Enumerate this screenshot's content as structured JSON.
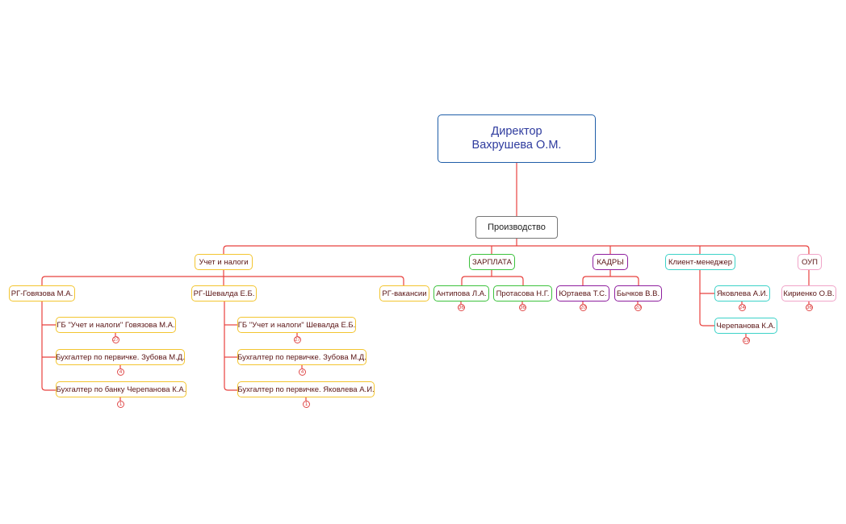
{
  "colors": {
    "connector": "#e8413e",
    "root_border": "#1f5ea8",
    "root_text": "#2e3b9e",
    "yellow_group": "#f3c530",
    "green_group": "#3cc13c",
    "purple_group": "#8e1e9e",
    "cyan_group": "#3cd2c8",
    "pink_group": "#f0a4c8"
  },
  "root": {
    "line1": "Директор",
    "line2": "Вахрушева О.М."
  },
  "production": {
    "label": "Производство"
  },
  "departments": {
    "tax": {
      "label": "Учет и налоги",
      "groups": {
        "govyazova": {
          "label": "РГ-Говязова М.А.",
          "members": [
            {
              "label": "ГБ \"Учет и налоги\" Говязова М.А.",
              "count": "27"
            },
            {
              "label": "Бухгалтер по первичке. Зубова М.Д.",
              "count": "4"
            },
            {
              "label": "Бухгалтер по банку Черепанова К.А.",
              "count": "1"
            }
          ]
        },
        "shevalda": {
          "label": "РГ-Шевалда Е.Б.",
          "members": [
            {
              "label": "ГБ \"Учет и налоги\" Шевалда Е.Б.",
              "count": "27"
            },
            {
              "label": "Бухгалтер по первичке. Зубова М.Д.",
              "count": "4"
            },
            {
              "label": "Бухгалтер по первичке. Яковлева А.И.",
              "count": "1"
            }
          ]
        },
        "vacancies": {
          "label": "РГ-вакансии"
        }
      }
    },
    "salary": {
      "label": "ЗАРПЛАТА",
      "members": [
        {
          "label": "Антипова Л.А.",
          "count": "36"
        },
        {
          "label": "Протасова Н.Г.",
          "count": "36"
        }
      ]
    },
    "hr": {
      "label": "КАДРЫ",
      "members": [
        {
          "label": "Юртаева Т.С.",
          "count": "20"
        },
        {
          "label": "Бычков В.В.",
          "count": "20"
        }
      ]
    },
    "client_manager": {
      "label": "Клиент-менеджер",
      "members": [
        {
          "label": "Яковлева А.И.",
          "count": "24"
        },
        {
          "label": "Черепанова К.А.",
          "count": "19"
        }
      ]
    },
    "oup": {
      "label": "ОУП",
      "members": [
        {
          "label": "Кириенко О.В.",
          "count": "36"
        }
      ]
    }
  }
}
